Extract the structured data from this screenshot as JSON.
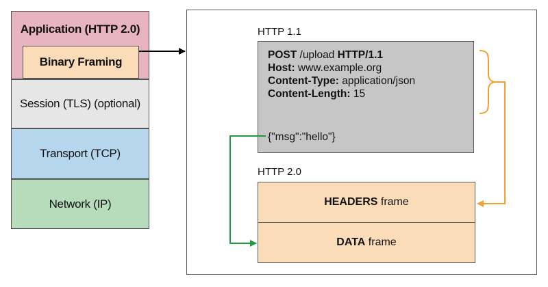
{
  "stack": {
    "application": "Application (HTTP 2.0)",
    "binary_framing": "Binary Framing",
    "session": "Session (TLS) (optional)",
    "transport": "Transport (TCP)",
    "network": "Network (IP)"
  },
  "http11": {
    "label": "HTTP 1.1",
    "request_line": {
      "method": "POST",
      "path": " /upload ",
      "version": "HTTP/1.1"
    },
    "headers": [
      {
        "name": "Host:",
        "value": " www.example.org"
      },
      {
        "name": "Content-Type:",
        "value": " application/json"
      },
      {
        "name": "Content-Length:",
        "value": " 15"
      }
    ],
    "body": "{\"msg\":\"hello\"}"
  },
  "http2": {
    "label": "HTTP 2.0",
    "headers_frame": {
      "bold": "HEADERS",
      "rest": " frame"
    },
    "data_frame": {
      "bold": "DATA",
      "rest": " frame"
    }
  },
  "colors": {
    "application": "#e8b4bf",
    "binary_framing": "#fbdcb8",
    "session": "#e6e6e6",
    "transport": "#b5d6ec",
    "network": "#b6dcbc",
    "http11_box": "#c6c6c6",
    "frames": "#fbdcb8",
    "headers_arrow": "#f0a030",
    "data_arrow": "#1f9a3e",
    "main_arrow": "#000000"
  }
}
